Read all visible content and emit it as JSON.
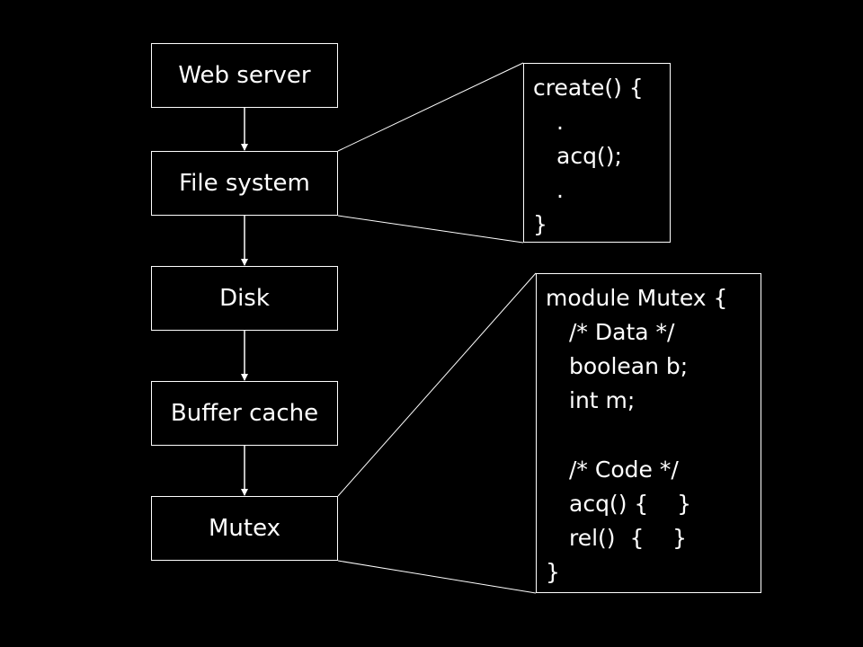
{
  "layers": [
    {
      "label": "Web server"
    },
    {
      "label": "File system"
    },
    {
      "label": "Disk"
    },
    {
      "label": "Buffer cache"
    },
    {
      "label": "Mutex"
    }
  ],
  "create_code": {
    "lines": [
      "create() {",
      ".",
      "acq();",
      ".",
      "}"
    ]
  },
  "mutex_code": {
    "lines": [
      "module Mutex {",
      "/* Data */",
      "boolean b;",
      "int m;",
      "/* Code */",
      "acq() {    }",
      "rel()  {    }",
      "}"
    ]
  },
  "colors": {
    "background": "#000000",
    "foreground": "#ffffff"
  }
}
